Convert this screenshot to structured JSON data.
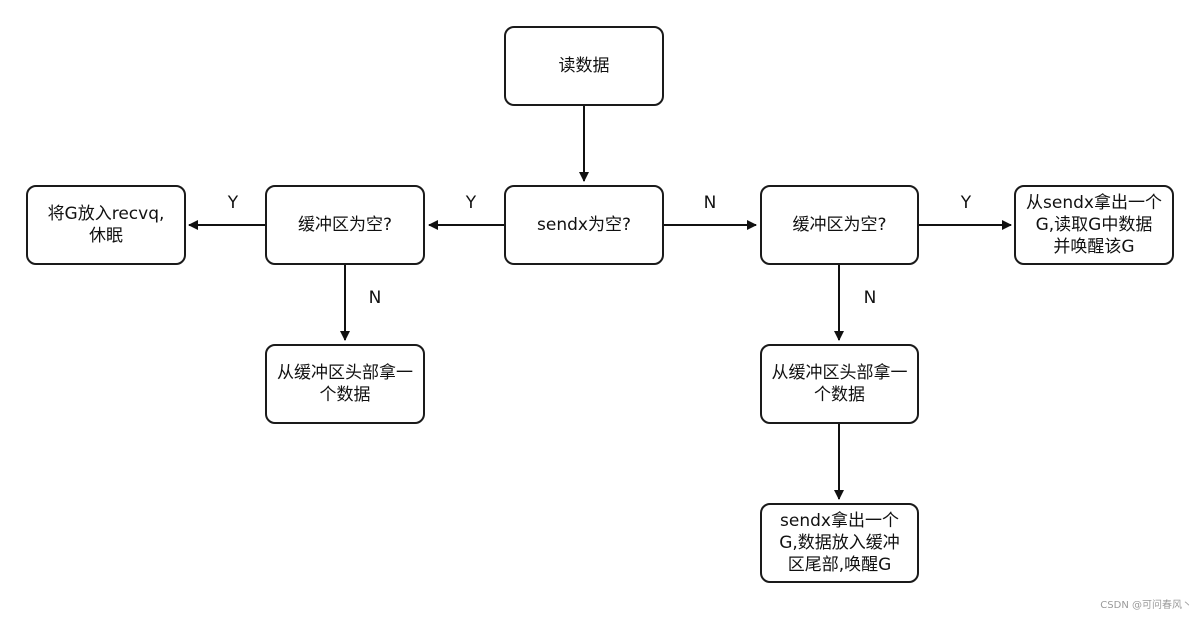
{
  "nodes": {
    "read_data": "读数据",
    "sendx_empty": "sendx为空?",
    "buf_empty_left": "缓冲区为空?",
    "buf_empty_right": "缓冲区为空?",
    "park_recvq": "将G放入recvq,\n休眠",
    "take_head_left": "从缓冲区头部拿一\n个数据",
    "take_from_sendx": "从sendx拿出一个\nG,读取G中数据\n并唤醒该G",
    "take_head_right": "从缓冲区头部拿一\n个数据",
    "sendx_to_tail": "sendx拿出一个\nG,数据放入缓冲\n区尾部,唤醒G"
  },
  "edge_labels": {
    "y_to_left": "Y",
    "n_to_right": "N",
    "y_park": "Y",
    "n_left_down": "N",
    "y_right_sendx": "Y",
    "n_right_down": "N"
  },
  "watermark": "CSDN @可问春风丶"
}
